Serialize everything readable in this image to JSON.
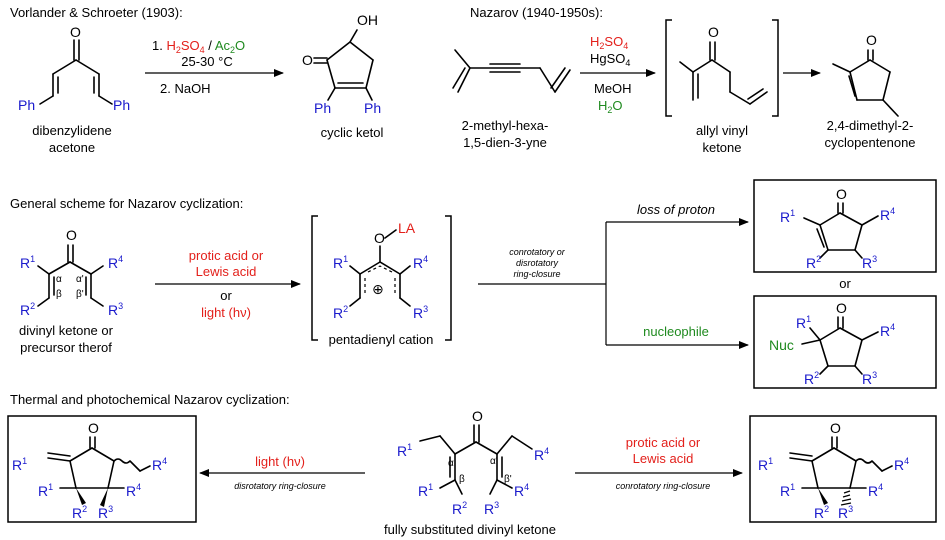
{
  "colors": {
    "substituent": "#1a1acc",
    "reagent_red": "#e3201b",
    "reagent_green": "#1f8a1f",
    "line": "#000000"
  },
  "atoms": {
    "O": "O",
    "OH": "OH",
    "Ph": "Ph",
    "R": "R",
    "Nuc": "Nuc",
    "LA": "LA",
    "plus": "⊕",
    "alpha": "α",
    "alpha_p": "α'",
    "beta": "β",
    "beta_p": "β'",
    "sup1": "1",
    "sup2": "2",
    "sup3": "3",
    "sup4": "4"
  },
  "top_left": {
    "title": "Vorlander & Schroeter (1903):",
    "reagent1_prefix": "1. ",
    "reagent1_h2so4": "H",
    "reagent1_sub2": "2",
    "reagent1_so": "SO",
    "reagent1_sub4": "4",
    "reagent1_slash": " / ",
    "reagent1_ac": "Ac",
    "reagent1_o": "O",
    "condition": "25-30 °C",
    "reagent2": "2. NaOH",
    "start_name_line1": "dibenzylidene",
    "start_name_line2": "acetone",
    "product_name": "cyclic ketol"
  },
  "top_right": {
    "title": "Nazarov (1940-1950s):",
    "r1_h": "H",
    "r1_2": "2",
    "r1_so": "SO",
    "r1_4": "4",
    "r2_hg": "HgSO",
    "r2_4": "4",
    "r3": "MeOH",
    "r4_h": "H",
    "r4_2": "2",
    "r4_o": "O",
    "start_name_line1": "2-methyl-hexa-",
    "start_name_line2": "1,5-dien-3-yne",
    "intermediate_name_line1": "allyl vinyl",
    "intermediate_name_line2": "ketone",
    "product_name_line1": "2,4-dimethyl-2-",
    "product_name_line2": "cyclopentenone"
  },
  "general": {
    "title": "General scheme for Nazarov cyclization:",
    "reagent_line1": "protic acid or",
    "reagent_line2": "Lewis acid",
    "reagent_or": "or",
    "reagent_light": "light (hν)",
    "start_name_line1": "divinyl ketone or",
    "start_name_line2": "precursor therof",
    "cation_name": "pentadienyl cation",
    "closure_line1": "conrotatory or",
    "closure_line2": "disrotatory",
    "closure_line3": "ring-closure",
    "path_top": "loss of proton",
    "path_bottom": "nucleophile",
    "or_between": "or"
  },
  "thermal": {
    "title": "Thermal and photochemical Nazarov cyclization:",
    "left_reagent": "light (hν)",
    "left_mode": "disrotatory ring-closure",
    "right_reagent_line1": "protic acid or",
    "right_reagent_line2": "Lewis acid",
    "right_mode": "conrotatory ring-closure",
    "center_name": "fully substituted divinyl ketone"
  }
}
